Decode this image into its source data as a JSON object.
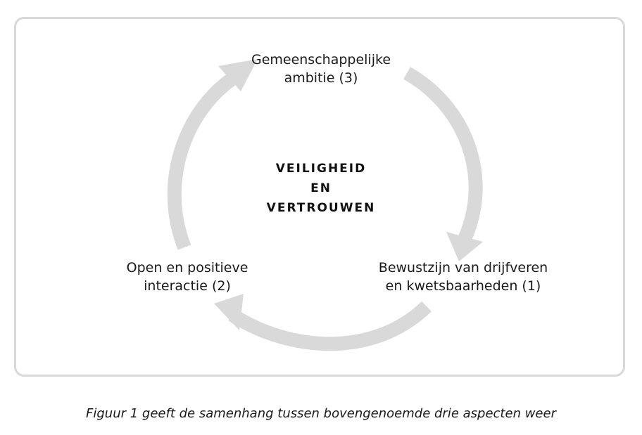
{
  "diagram": {
    "center_lines": [
      "VEILIGHEID",
      "EN",
      "VERTROUWEN"
    ],
    "nodes": {
      "top": [
        "Gemeenschappelijke",
        "ambitie (3)"
      ],
      "left": [
        "Open en positieve",
        "interactie (2)"
      ],
      "right": [
        "Bewustzijn van drijfveren",
        "en kwetsbaarheden (1)"
      ]
    },
    "arrow_color": "#d9d9d9",
    "frame_color": "#d9d9d9"
  },
  "caption": "Figuur 1 geeft de samenhang tussen bovengenoemde drie aspecten weer"
}
